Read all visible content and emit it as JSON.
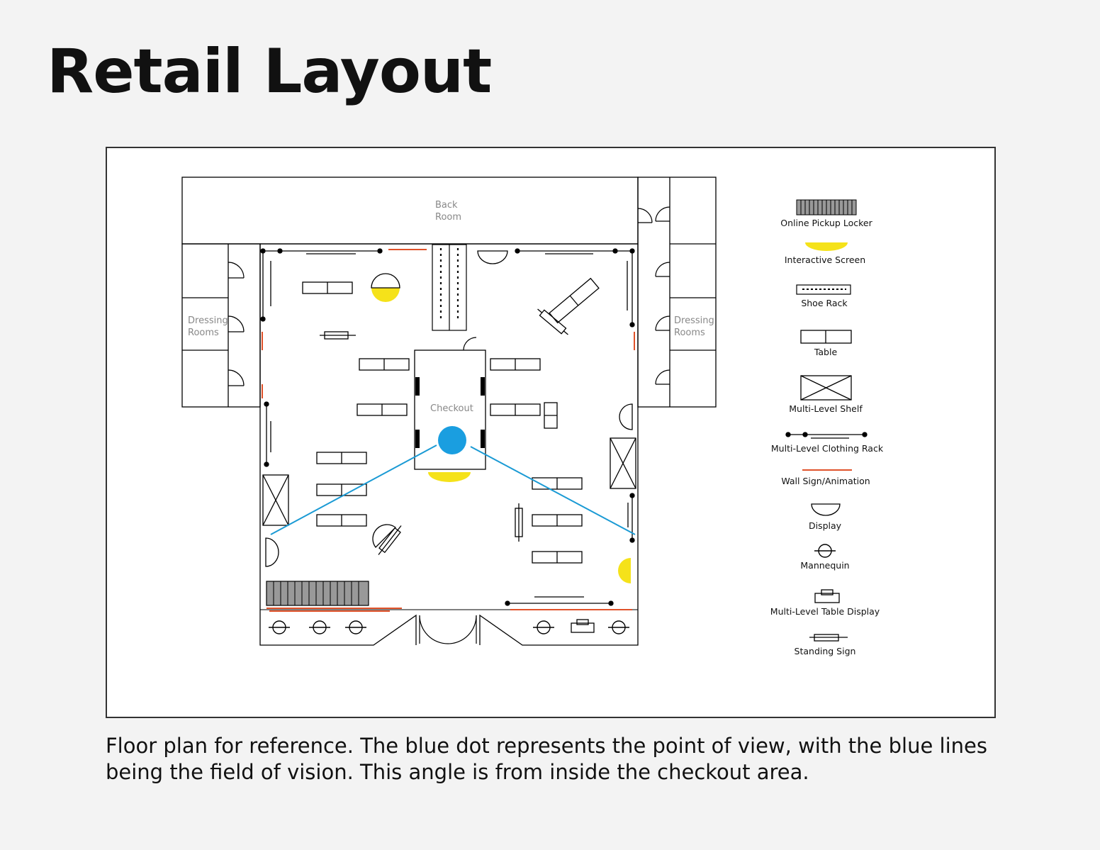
{
  "title": "Retail Layout",
  "caption": "Floor plan for reference. The blue dot represents the point of view, with the blue lines being the field of vision. This angle is from inside the checkout area.",
  "rooms": {
    "back_room_line1": "Back",
    "back_room_line2": "Room",
    "dressing_left_line1": "Dressing",
    "dressing_left_line2": "Rooms",
    "dressing_right_line1": "Dressing",
    "dressing_right_line2": "Rooms",
    "checkout": "Checkout"
  },
  "legend": {
    "online_pickup_locker": "Online Pickup Locker",
    "interactive_screen": "Interactive Screen",
    "shoe_rack": "Shoe Rack",
    "table": "Table",
    "multi_level_shelf": "Multi-Level Shelf",
    "multi_level_clothing_rack": "Multi-Level Clothing Rack",
    "wall_sign": "Wall Sign/Animation",
    "display": "Display",
    "mannequin": "Mannequin",
    "multi_level_table_display": "Multi-Level Table Display",
    "standing_sign": "Standing Sign"
  },
  "colors": {
    "point_of_view": "#1a9ee0",
    "field_of_vision": "#1a9ad4",
    "interactive_screen": "#f5e21a",
    "wall_sign": "#e0522a",
    "locker": "#999999"
  }
}
